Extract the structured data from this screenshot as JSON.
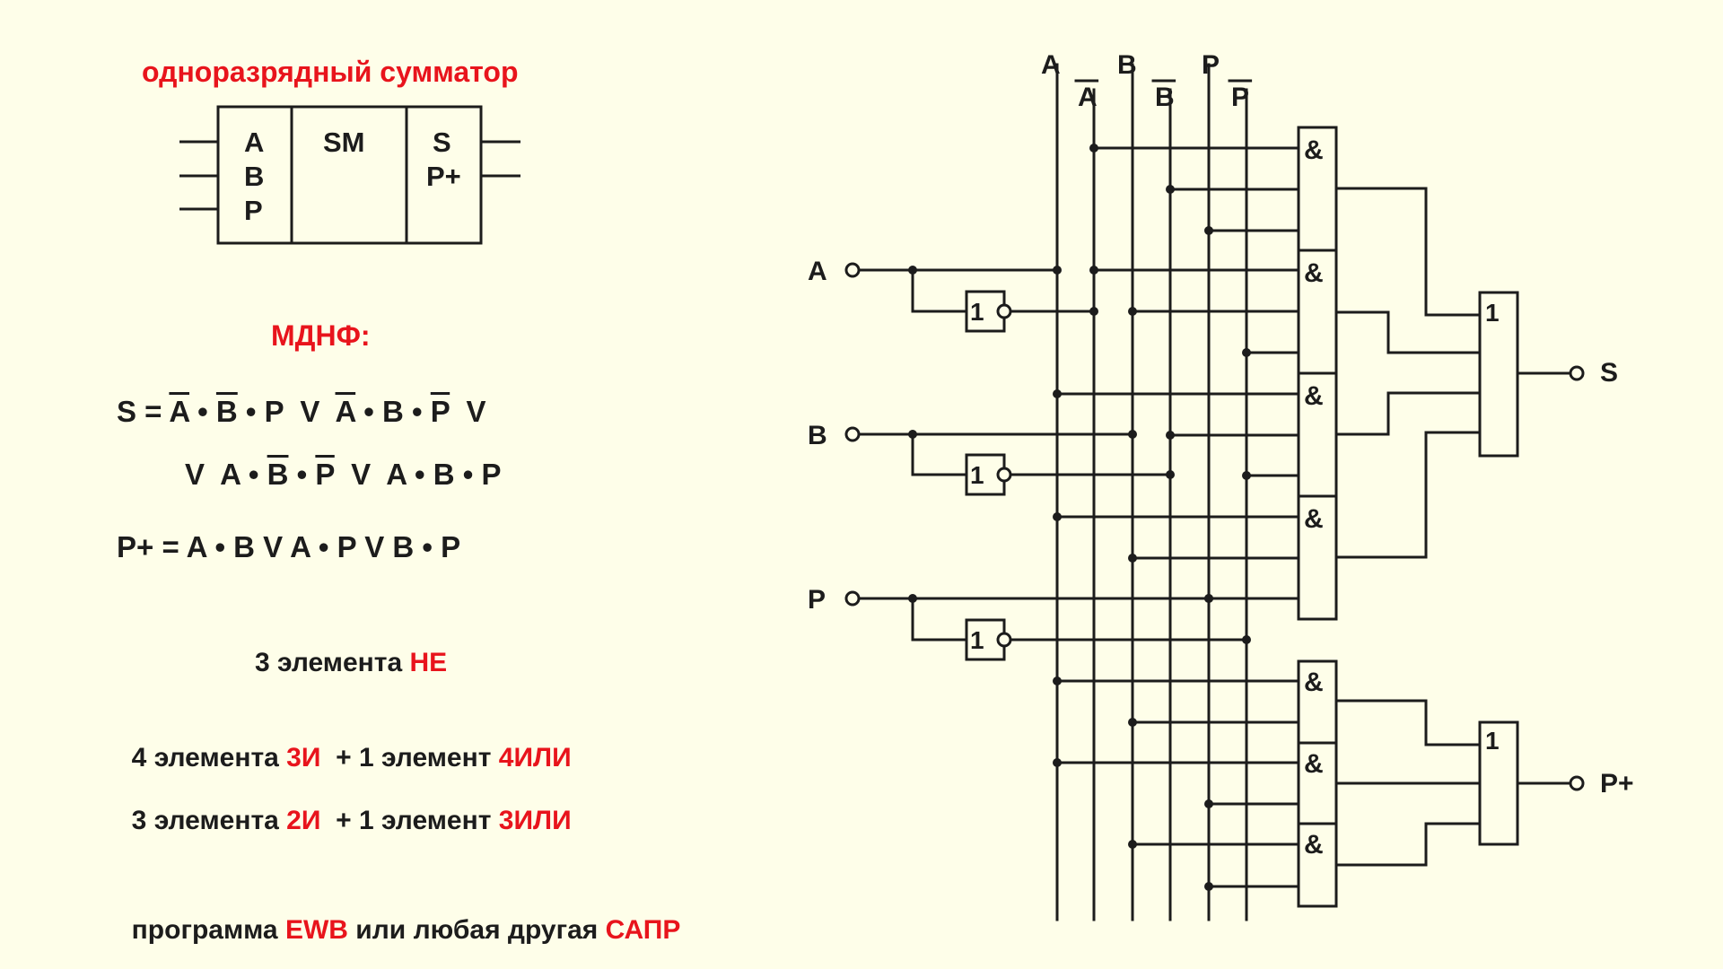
{
  "colors": {
    "background": "#fefee9",
    "ink": "#1c1c1c",
    "accent": "#e8141c"
  },
  "block": {
    "title": "одноразрядный сумматор",
    "inputs": [
      "A",
      "B",
      "P"
    ],
    "center": "SM",
    "outputs": [
      "S",
      "P+"
    ]
  },
  "mdnf": {
    "heading": "МДНФ:",
    "sum_line1": [
      {
        "t": "S"
      },
      {
        "t": " = "
      },
      {
        "t": "A",
        "bar": true
      },
      {
        "t": " • "
      },
      {
        "t": "B",
        "bar": true
      },
      {
        "t": " • "
      },
      {
        "t": "P"
      },
      {
        "t": "  V  "
      },
      {
        "t": "A",
        "bar": true
      },
      {
        "t": " • "
      },
      {
        "t": "B"
      },
      {
        "t": " • "
      },
      {
        "t": "P",
        "bar": true
      },
      {
        "t": "  V"
      }
    ],
    "sum_line2": [
      {
        "t": "V  "
      },
      {
        "t": "A"
      },
      {
        "t": " • "
      },
      {
        "t": "B",
        "bar": true
      },
      {
        "t": " • "
      },
      {
        "t": "P",
        "bar": true
      },
      {
        "t": "  V  "
      },
      {
        "t": "A"
      },
      {
        "t": " • "
      },
      {
        "t": "B"
      },
      {
        "t": " • "
      },
      {
        "t": "P"
      }
    ],
    "carry_line": "P+ = A • B  V  A • P  V  B • P"
  },
  "notes": {
    "not_line": {
      "prefix": "3 элемента ",
      "red": "НЕ"
    },
    "and3_line": {
      "p1": "4 элемента ",
      "r1": "3И",
      "p2": "  + 1 элемент ",
      "r2": "4ИЛИ"
    },
    "and2_line": {
      "p1": "3 элемента ",
      "r1": "2И",
      "p2": "  + 1 элемент ",
      "r2": "3ИЛИ"
    },
    "software_line": {
      "p1": "программа ",
      "r1": "EWB",
      "p2": " или любая другая ",
      "r2": "САПР"
    }
  },
  "circuit": {
    "bus_labels": [
      "A",
      "A",
      "B",
      "B",
      "P",
      "P"
    ],
    "bus_inverted": [
      false,
      true,
      false,
      true,
      false,
      true
    ],
    "input_labels": [
      "A",
      "B",
      "P"
    ],
    "inverter_symbol": "1",
    "and_symbol": "&",
    "or_symbol": "1",
    "output_labels": [
      "S",
      "P+"
    ]
  }
}
